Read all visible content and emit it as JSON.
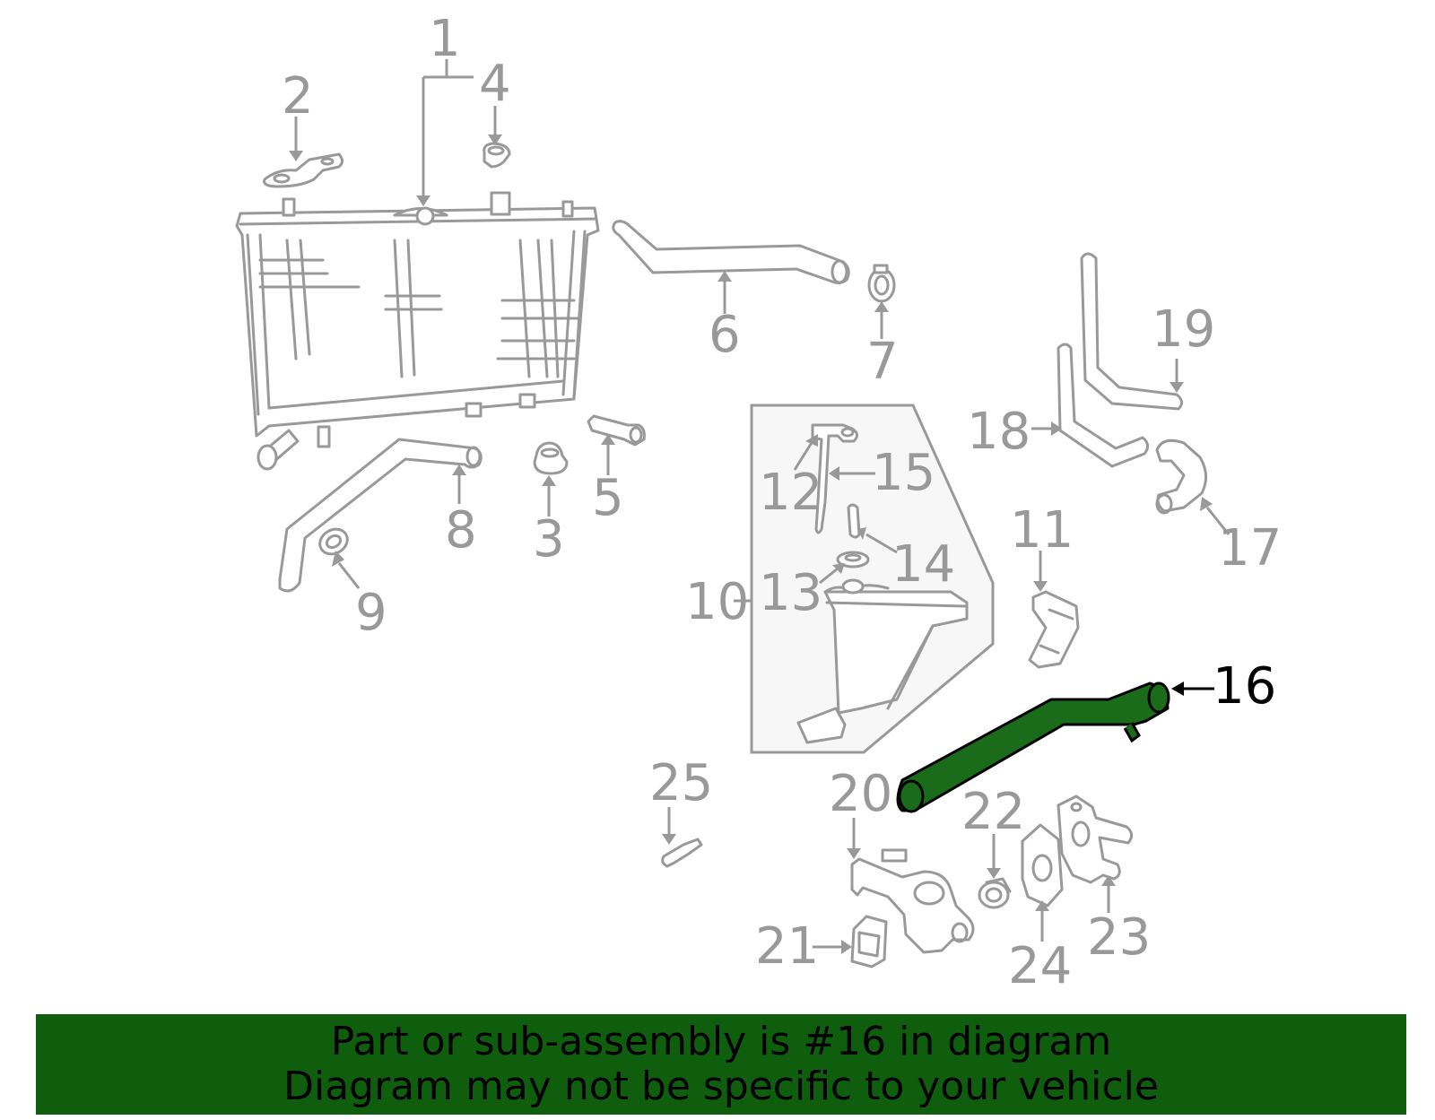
{
  "diagram": {
    "highlight_color": "#1a6b1a",
    "part_color": "#999999",
    "callouts": [
      "1",
      "2",
      "3",
      "4",
      "5",
      "6",
      "7",
      "8",
      "9",
      "10",
      "11",
      "12",
      "13",
      "14",
      "15",
      "16",
      "17",
      "18",
      "19",
      "20",
      "21",
      "22",
      "23",
      "24",
      "25"
    ],
    "highlighted_callout": "16"
  },
  "banner": {
    "line1": "Part or sub-assembly is #16 in diagram",
    "line2": "Diagram may not be specific to your vehicle",
    "background": "#0e5e0e"
  }
}
